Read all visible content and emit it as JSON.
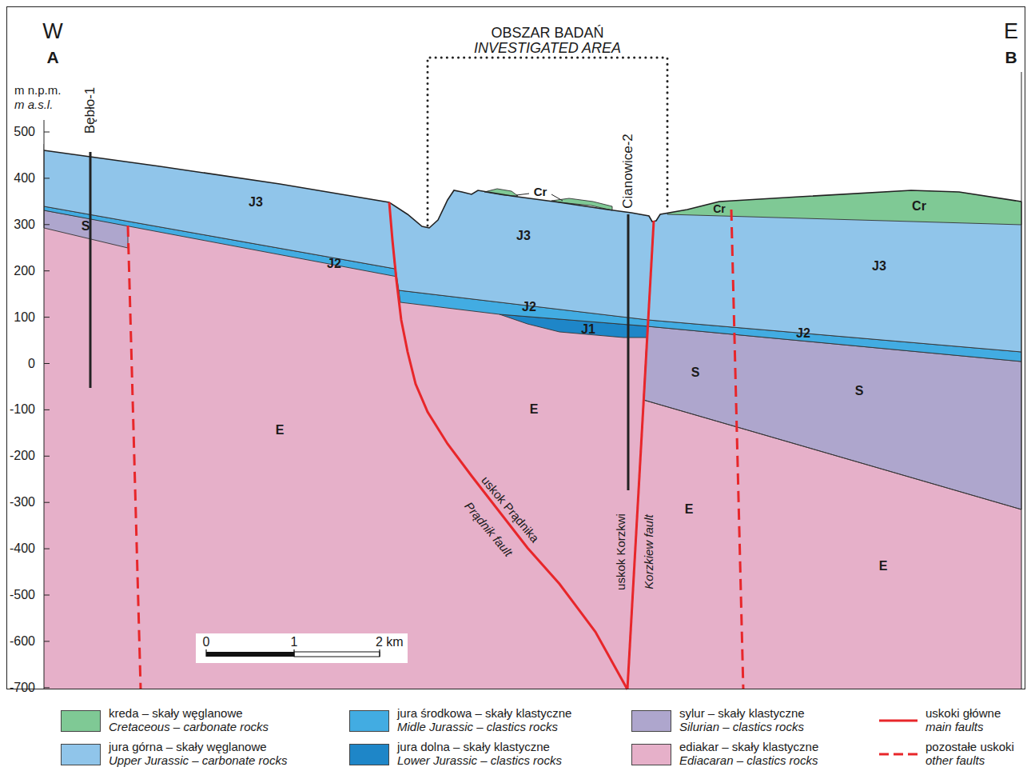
{
  "diagram": {
    "labels": [
      "W",
      "A",
      "E",
      "B",
      "m n.p.m.",
      "m a.s.l.",
      "OBSZAR BADAŃ",
      "INVESTIGATED AREA",
      "Bębło-1",
      "Cianowice-2",
      "500",
      "400",
      "300",
      "200",
      "100",
      "0",
      "-100",
      "-200",
      "-300",
      "-400",
      "-500",
      "-600",
      "-700",
      "J3",
      "J3",
      "J3",
      "J2",
      "J2",
      "J2",
      "J1",
      "S",
      "S",
      "S",
      "E",
      "E",
      "E",
      "E",
      "Cr",
      "Cr",
      "Cr",
      "uskok Prądnika",
      "Prądnik fault",
      "uskok Korzkwi",
      "Korzkiew fault",
      "0",
      "1",
      "2 km",
      "Cretaceous – carbonate rocks",
      "Upper Jurassic – carbonate rocks",
      "Midle Jurassic – clastics rocks",
      "Lower Jurassic – clastics rocks",
      "Silurian – clastics rocks",
      "Ediacaran – clastics rocks",
      "main faults",
      "other faults"
    ],
    "legend": [
      {
        "text": "kreda – skały węglanowe",
        "color": "#7fc995"
      },
      {
        "text": "jura górna – skały węglanowe",
        "color": "#90c5ea"
      },
      {
        "text": "jura środkowa – skały klastyczne",
        "color": "#42ace2"
      },
      {
        "text": "jura dolna – skały klastyczne",
        "color": "#1e86c8"
      },
      {
        "text": "sylur – skały klastyczne",
        "color": "#aea6cd"
      },
      {
        "text": "ediakar – skały klastyczne",
        "color": "#e6b0c9"
      },
      {
        "text": "uskoki główne"
      },
      {
        "text": "pozostałe uskoki"
      }
    ]
  }
}
